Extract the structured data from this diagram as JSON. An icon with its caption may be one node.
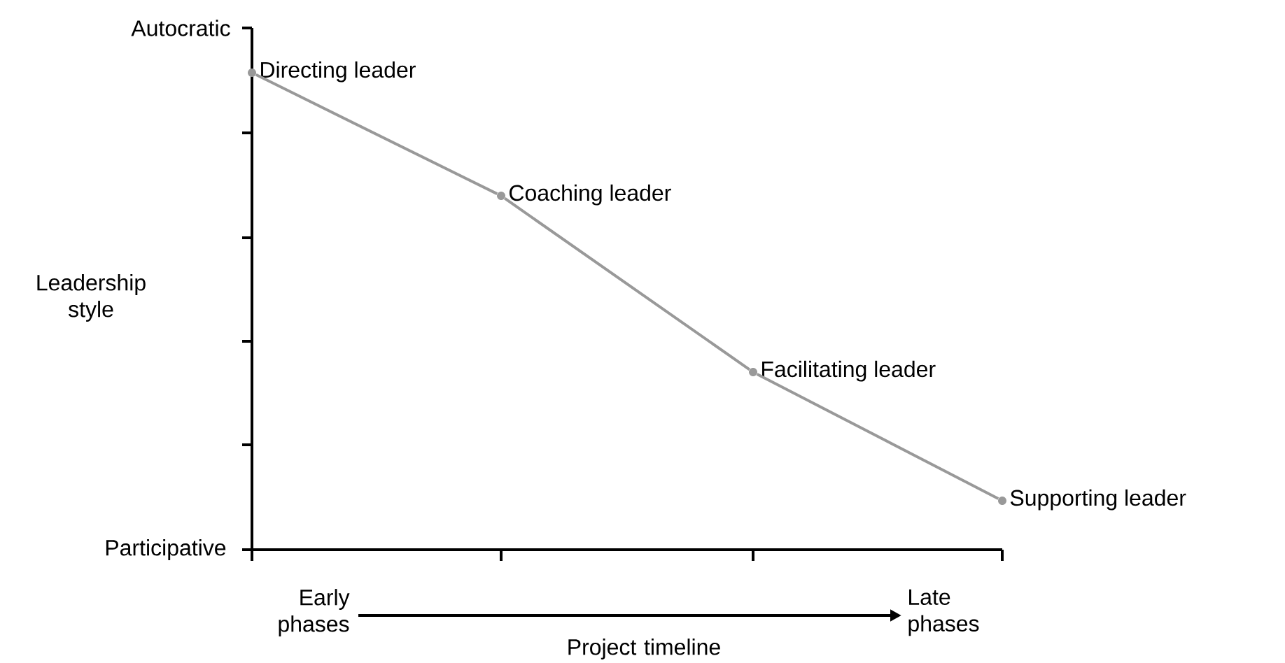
{
  "diagram": {
    "nodes": [
      {
        "text": [
          "Directing leader"
        ]
      },
      {
        "text": [
          "Coaching leader"
        ]
      },
      {
        "text": [
          "Facilitating leader"
        ]
      },
      {
        "text": [
          "Supporting leader"
        ]
      }
    ],
    "edges": [
      {
        "from": 0,
        "to": 1,
        "arrow": "none"
      },
      {
        "from": 1,
        "to": 2,
        "arrow": "none"
      },
      {
        "from": 2,
        "to": 3,
        "arrow": "none"
      }
    ],
    "labels": [
      "Autocratic",
      "Leadership style",
      "Participative",
      "Early phases",
      "Late phases",
      "Project timeline"
    ]
  }
}
